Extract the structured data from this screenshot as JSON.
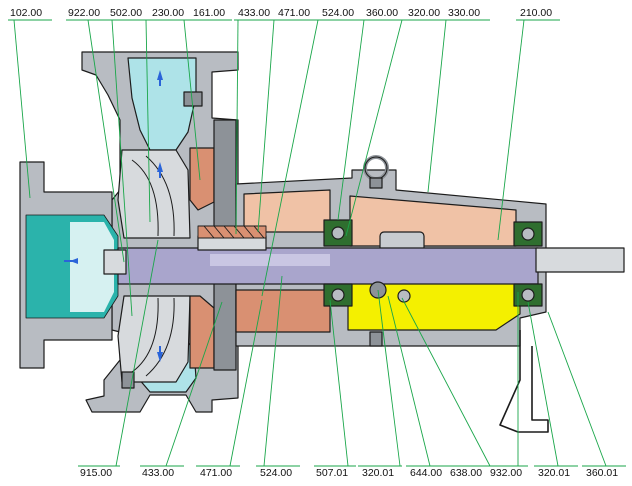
{
  "colors": {
    "casing": "#b8bcc2",
    "casing_dark": "#8d9298",
    "water": "#aee3e8",
    "suction": "#2bb3ab",
    "impeller": "#d7dadd",
    "copper": "#d99072",
    "copper_light": "#f0c2a6",
    "yellow": "#f4f000",
    "shaft": "#a9a5cc",
    "bearing": "#2f6e2f",
    "leader": "#1aa64a",
    "outline": "#1c1c1c"
  },
  "top_labels": [
    {
      "id": "l102",
      "text": "102.00"
    },
    {
      "id": "l922",
      "text": "922.00"
    },
    {
      "id": "l502",
      "text": "502.00"
    },
    {
      "id": "l230",
      "text": "230.00"
    },
    {
      "id": "l161",
      "text": "161.00"
    },
    {
      "id": "l433t",
      "text": "433.00"
    },
    {
      "id": "l471t",
      "text": "471.00"
    },
    {
      "id": "l524t",
      "text": "524.00"
    },
    {
      "id": "l360t",
      "text": "360.00"
    },
    {
      "id": "l320t",
      "text": "320.00"
    },
    {
      "id": "l330",
      "text": "330.00"
    },
    {
      "id": "l210",
      "text": "210.00"
    }
  ],
  "bottom_labels": [
    {
      "id": "l915",
      "text": "915.00"
    },
    {
      "id": "l433b",
      "text": "433.00"
    },
    {
      "id": "l471b",
      "text": "471.00"
    },
    {
      "id": "l524b",
      "text": "524.00"
    },
    {
      "id": "l507",
      "text": "507.01"
    },
    {
      "id": "l32001a",
      "text": "320.01"
    },
    {
      "id": "l644",
      "text": "644.00"
    },
    {
      "id": "l638",
      "text": "638.00"
    },
    {
      "id": "l932",
      "text": "932.00"
    },
    {
      "id": "l32001b",
      "text": "320.01"
    },
    {
      "id": "l36001",
      "text": "360.01"
    }
  ]
}
